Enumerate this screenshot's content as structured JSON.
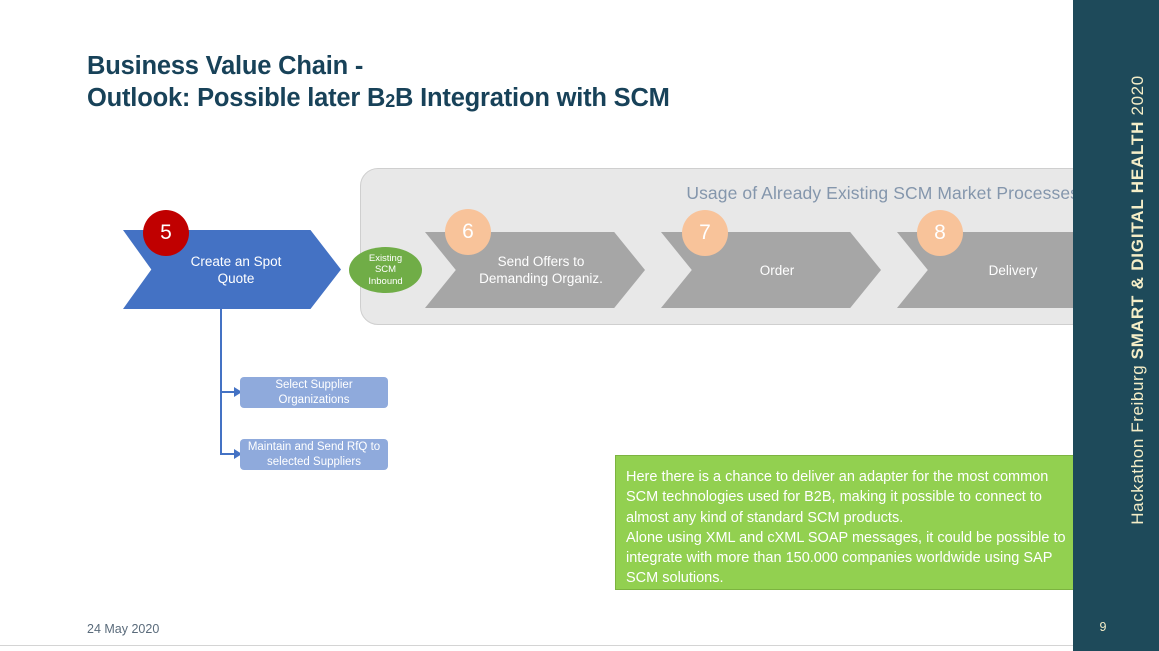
{
  "slide": {
    "title_line_1": "Business Value Chain -",
    "title_line_2_prefix": "Outlook: Possible later B",
    "title_line_2_sub": "2",
    "title_line_2_suffix": "B Integration with SCM",
    "title_color": "#184259",
    "background": "#ffffff"
  },
  "scm_panel": {
    "title": "Usage of Already Existing SCM Market Processes",
    "title_color": "#8496ac",
    "fill": "#e8e8e8",
    "border": "#cfcfcf"
  },
  "process_chain": {
    "steps": [
      {
        "number": "5",
        "label": "Create an Spot\nQuote",
        "badge_color": "#c00000",
        "chevron_color": "#4472c4"
      },
      {
        "number": "6",
        "label": "Send Offers to\nDemanding Organiz.",
        "badge_color": "#f8c39a",
        "chevron_color": "#a6a6a6"
      },
      {
        "number": "7",
        "label": "Order",
        "badge_color": "#f8c39a",
        "chevron_color": "#a6a6a6"
      },
      {
        "number": "8",
        "label": "Delivery",
        "badge_color": "#f8c39a",
        "chevron_color": "#a6a6a6"
      }
    ]
  },
  "scm_inbound": {
    "label": "Existing\nSCM\nInbound",
    "fill": "#70ad47"
  },
  "sub_steps": [
    {
      "label": "Select Supplier\nOrganizations",
      "fill": "#8faadc"
    },
    {
      "label": "Maintain and Send RfQ to\nselected Suppliers",
      "fill": "#8faadc"
    }
  ],
  "callout": {
    "text": "Here there is a chance to deliver an adapter for the most common SCM technologies used for B2B, making it possible to connect to almost any kind of standard SCM products.\nAlone using XML and cXML SOAP messages, it could be possible to integrate with more than 150.000 companies worldwide using SAP SCM solutions.",
    "fill": "#92d050",
    "text_color": "#ffffff"
  },
  "footer": {
    "date": "24 May 2020"
  },
  "sidebar": {
    "prefix": "Hackathon Freiburg ",
    "brand": "SMART & DIGITAL HEALTH",
    "suffix": " 2020",
    "page_number": "9",
    "background": "#1e4a5a",
    "text_color": "#f5eec8"
  }
}
